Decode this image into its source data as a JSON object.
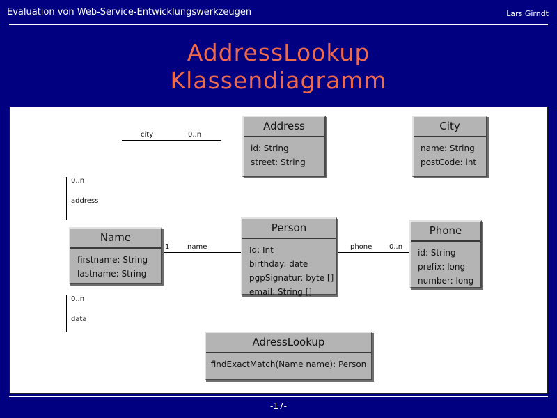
{
  "header": {
    "presentation_title": "Evaluation von Web-Service-Entwicklungswerkzeugen",
    "author": "Lars Girndt"
  },
  "title": {
    "line1": "AddressLookup",
    "line2": "Klassendiagramm"
  },
  "colors": {
    "background": "#000080",
    "title_text": "#ef6a4b",
    "header_text": "#ffffff",
    "panel_background": "#ffffff",
    "class_box_fill": "#b4b4b4",
    "class_box_highlight": "#e2e2e2",
    "class_box_shadow": "#4a4a4a",
    "line": "#000000"
  },
  "diagram": {
    "type": "uml-class-diagram",
    "classes": [
      {
        "id": "address",
        "name": "Address",
        "members": [
          "id: String",
          "street: String"
        ]
      },
      {
        "id": "city",
        "name": "City",
        "members": [
          "name: String",
          "postCode: int"
        ]
      },
      {
        "id": "name",
        "name": "Name",
        "members": [
          "firstname: String",
          "lastname: String"
        ]
      },
      {
        "id": "person",
        "name": "Person",
        "members": [
          "Id: Int",
          "birthday: date",
          "pgpSignatur: byte []",
          "email: String []"
        ]
      },
      {
        "id": "phone",
        "name": "Phone",
        "members": [
          "id: String",
          "prefix: long",
          "number: long"
        ]
      },
      {
        "id": "adresslookup",
        "name": "AdressLookup",
        "members": [
          "findExactMatch(Name name): Person"
        ]
      }
    ],
    "associations": [
      {
        "id": "address-city",
        "from": "address",
        "to": "city",
        "role": "city",
        "multiplicity": "0..n"
      },
      {
        "id": "person-address",
        "from": "person",
        "to": "address",
        "role": "address",
        "multiplicity": "0..n"
      },
      {
        "id": "person-name",
        "from": "person",
        "to": "name",
        "role": "name",
        "multiplicity": "1"
      },
      {
        "id": "person-phone",
        "from": "person",
        "to": "phone",
        "role": "phone",
        "multiplicity": "0..n"
      },
      {
        "id": "lookup-person",
        "from": "adresslookup",
        "to": "person",
        "role": "data",
        "multiplicity": "0..n"
      }
    ]
  },
  "footer": {
    "page_number": "-17-"
  }
}
